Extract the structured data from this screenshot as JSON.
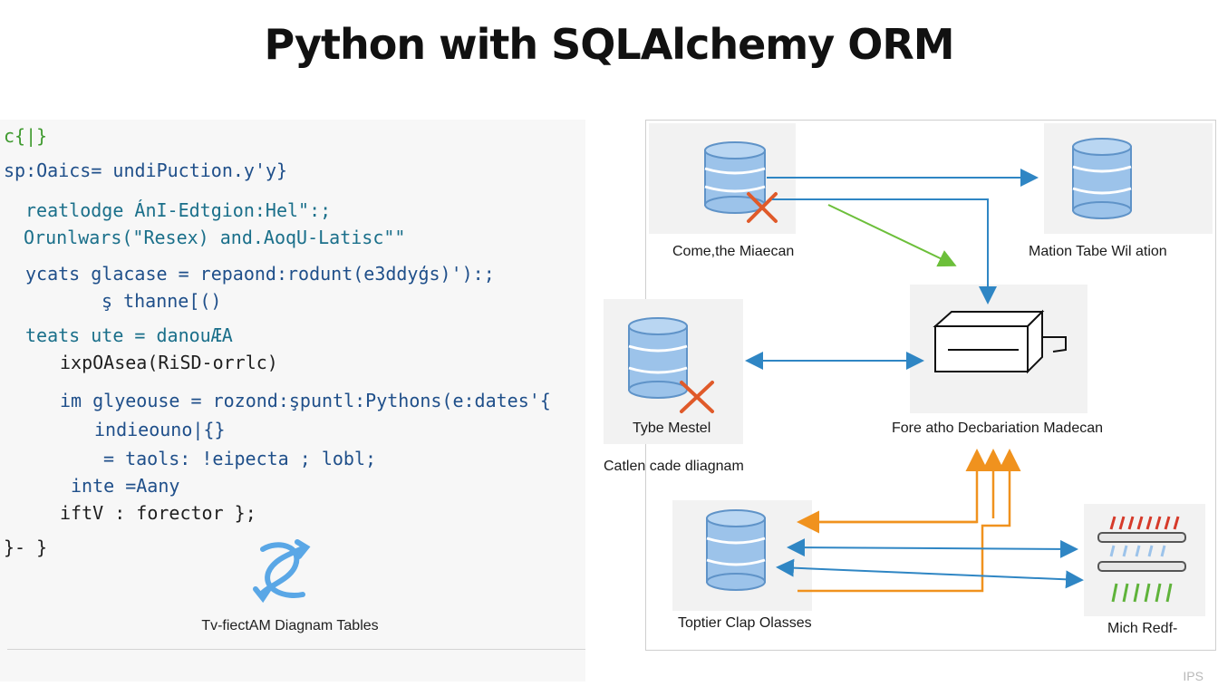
{
  "title": "Python with SQLAlchemy ORM",
  "code_lines": [
    "c{|}",
    "sp:Oaics= undiPuction.y'y}",
    "reatlodge ÁnI-Edtgion:Hel\":;",
    "Orunlwars(\"Resex) and.AoqU-Latisc\"\"",
    "ycats glacase = repaond:rodunt(e3ddyģs)'):;",
    "ş thanne[()",
    "teats ute = danouÆA",
    "ixpOAsea(RiSD-orrlc)",
    "im glyeouse = rozond:şpuntl:Pythons(e:dates'{",
    "indieouno|{}",
    "= taols: !eipecta ; lobl;",
    "inte =Aany",
    "iftV : forector };",
    "}- }"
  ],
  "code_caption": "Tv-fiectAM Diagnam Tables",
  "diagram_labels": {
    "top_left": "Come,the Miaecan",
    "top_right": "Mation Tabe Wil ation",
    "mid_left": "Tybe Mestel",
    "mid_left_outer": "Catlen cade dliagnam",
    "center": "Fore atho Decbariation Madecan",
    "bottom_left": "Toptier Clap Olasses",
    "bottom_right": "Mich Redf-"
  },
  "watermark": "IPS",
  "colors": {
    "db_fill": "#9cc3ea",
    "db_stroke": "#5f93c8",
    "arrow_blue": "#2f86c4",
    "arrow_green": "#6cbf3a",
    "arrow_orange": "#f0921e",
    "cross_red": "#e05a2a"
  }
}
